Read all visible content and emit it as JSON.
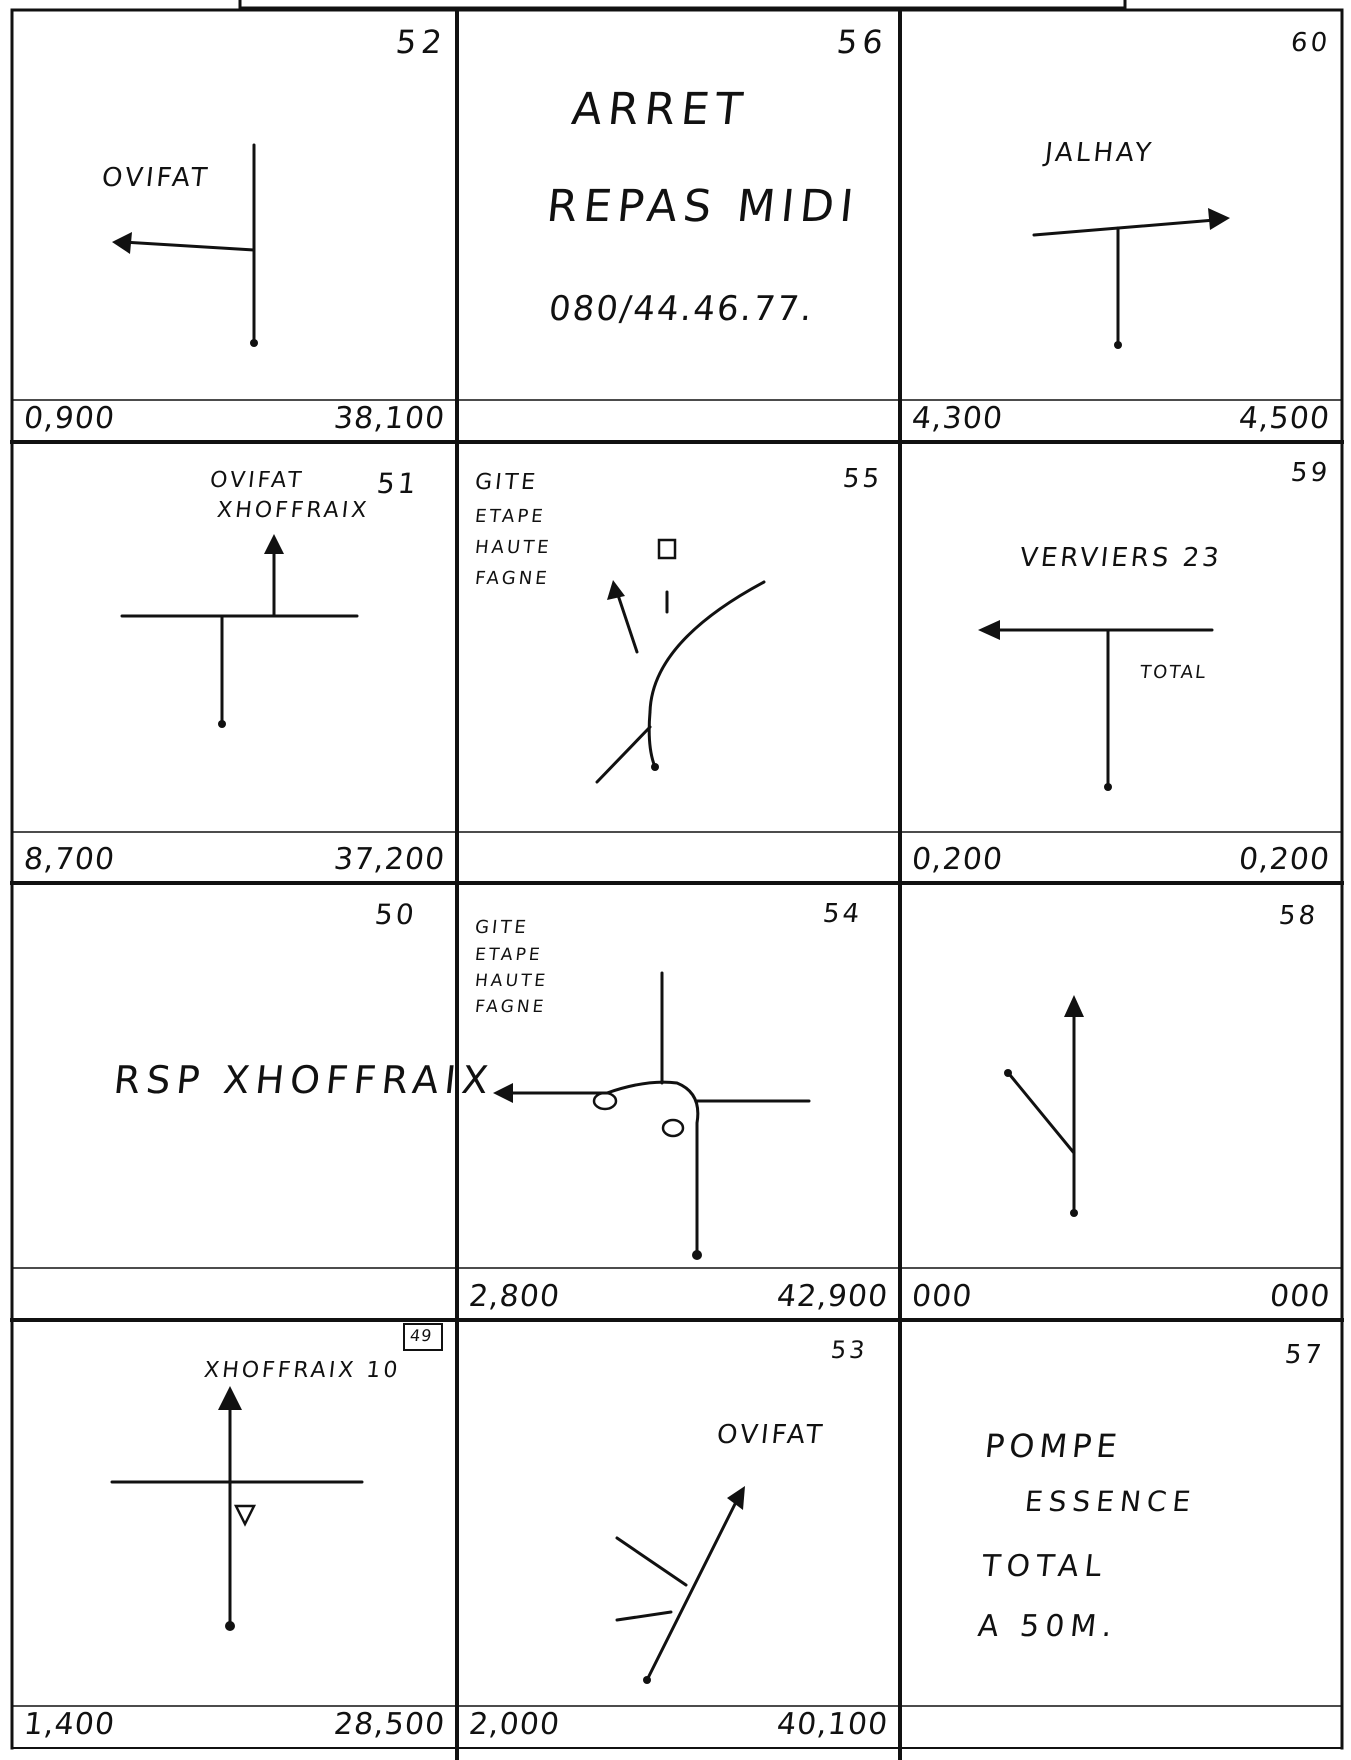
{
  "cards": {
    "c52": {
      "number": "52",
      "dest": "OVIFAT",
      "km_left": "0,900",
      "km_right": "38,100"
    },
    "c56": {
      "number": "56",
      "line1": "ARRET",
      "line2": "REPAS MIDI",
      "phone": "080/44.46.77."
    },
    "c60": {
      "number": "60",
      "dest": "JALHAY",
      "km_left": "4,300",
      "km_right": "4,500"
    },
    "c51": {
      "number": "51",
      "dest1": "OVIFAT",
      "dest2": "XHOFFRAIX",
      "km_left": "8,700",
      "km_right": "37,200"
    },
    "c55": {
      "number": "55",
      "lines": [
        "GITE",
        "ETAPE",
        "HAUTE",
        "FAGNE"
      ]
    },
    "c59": {
      "number": "59",
      "dest": "VERVIERS 23",
      "note": "TOTAL",
      "km_left": "0,200",
      "km_right": "0,200"
    },
    "c50": {
      "number": "50",
      "text": "RSP XHOFFRAIX"
    },
    "c54": {
      "number": "54",
      "lines": [
        "GITE",
        "ETAPE",
        "HAUTE",
        "FAGNE"
      ],
      "km_left": "2,800",
      "km_right": "42,900"
    },
    "c58": {
      "number": "58",
      "km_left": "000",
      "km_right": "000"
    },
    "c49": {
      "number": "49",
      "dest": "XHOFFRAIX 10",
      "km_left": "1,400",
      "km_right": "28,500"
    },
    "c53": {
      "number": "53",
      "dest": "OVIFAT",
      "km_left": "2,000",
      "km_right": "40,100"
    },
    "c57": {
      "number": "57",
      "lines": [
        "POMPE",
        "ESSENCE",
        "TOTAL",
        "A 50M."
      ]
    }
  }
}
